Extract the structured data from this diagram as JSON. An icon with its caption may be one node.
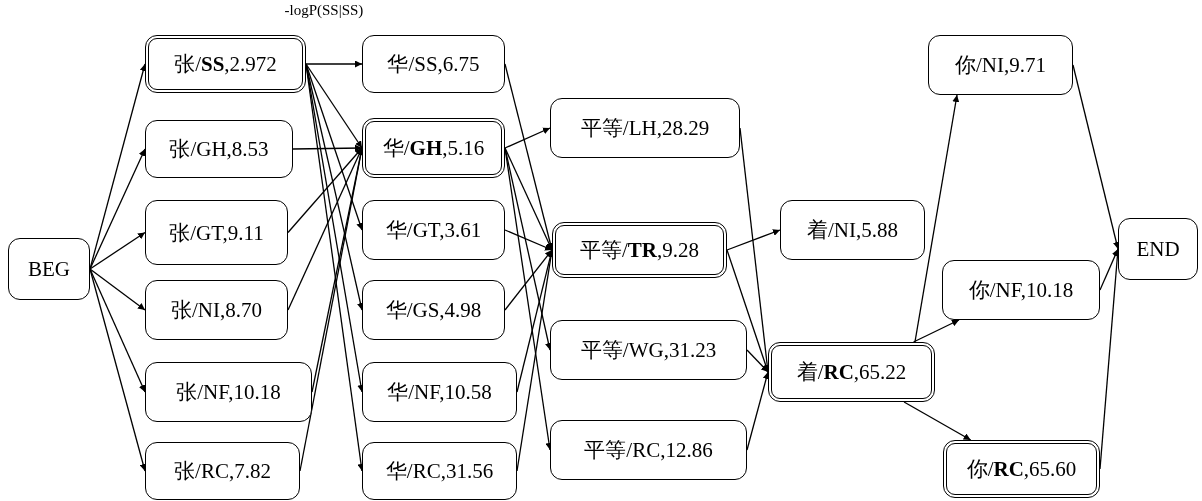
{
  "diagram": {
    "nodes": [
      {
        "text": [
          "BEG"
        ]
      },
      {
        "text": [
          "张/**SS**,2.972"
        ]
      },
      {
        "text": [
          "张/GH,8.53"
        ]
      },
      {
        "text": [
          "张/GT,9.11"
        ]
      },
      {
        "text": [
          "张/NI,8.70"
        ]
      },
      {
        "text": [
          "张/NF,10.18"
        ]
      },
      {
        "text": [
          "张/RC,7.82"
        ]
      },
      {
        "text": [
          "华/SS,6.75"
        ]
      },
      {
        "text": [
          "华/**GH**,5.16"
        ]
      },
      {
        "text": [
          "华/GT,3.61"
        ]
      },
      {
        "text": [
          "华/GS,4.98"
        ]
      },
      {
        "text": [
          "华/NF,10.58"
        ]
      },
      {
        "text": [
          "华/RC,31.56"
        ]
      },
      {
        "text": [
          "平等/LH,28.29"
        ]
      },
      {
        "text": [
          "平等/**TR**,9.28"
        ]
      },
      {
        "text": [
          "平等/WG,31.23"
        ]
      },
      {
        "text": [
          "平等/RC,12.86"
        ]
      },
      {
        "text": [
          "着/NI,5.88"
        ]
      },
      {
        "text": [
          "着/**RC**,65.22"
        ]
      },
      {
        "text": [
          "你/NI,9.71"
        ]
      },
      {
        "text": [
          "你/NF,10.18"
        ]
      },
      {
        "text": [
          "你/**RC**,65.60"
        ]
      },
      {
        "text": [
          "END"
        ]
      }
    ],
    "edges": [
      {
        "from": 0,
        "to": 1,
        "arrow": "to"
      },
      {
        "from": 0,
        "to": 2,
        "arrow": "to"
      },
      {
        "from": 0,
        "to": 3,
        "arrow": "to"
      },
      {
        "from": 0,
        "to": 4,
        "arrow": "to"
      },
      {
        "from": 0,
        "to": 5,
        "arrow": "to"
      },
      {
        "from": 0,
        "to": 6,
        "arrow": "to"
      },
      {
        "from": 1,
        "to": 7,
        "arrow": "to",
        "label": "-logP(SS|SS)"
      },
      {
        "from": 1,
        "to": 8,
        "arrow": "to"
      },
      {
        "from": 1,
        "to": 9,
        "arrow": "to"
      },
      {
        "from": 1,
        "to": 10,
        "arrow": "to"
      },
      {
        "from": 1,
        "to": 11,
        "arrow": "to"
      },
      {
        "from": 1,
        "to": 12,
        "arrow": "to"
      },
      {
        "from": 2,
        "to": 8,
        "arrow": "to"
      },
      {
        "from": 3,
        "to": 8,
        "arrow": "to"
      },
      {
        "from": 4,
        "to": 8,
        "arrow": "to"
      },
      {
        "from": 5,
        "to": 8,
        "arrow": "to"
      },
      {
        "from": 6,
        "to": 8,
        "arrow": "to"
      },
      {
        "from": 8,
        "to": 13,
        "arrow": "to"
      },
      {
        "from": 8,
        "to": 14,
        "arrow": "to"
      },
      {
        "from": 8,
        "to": 15,
        "arrow": "to"
      },
      {
        "from": 8,
        "to": 16,
        "arrow": "to"
      },
      {
        "from": 7,
        "to": 14,
        "arrow": "to"
      },
      {
        "from": 9,
        "to": 14,
        "arrow": "to"
      },
      {
        "from": 10,
        "to": 14,
        "arrow": "to"
      },
      {
        "from": 11,
        "to": 14,
        "arrow": "to"
      },
      {
        "from": 12,
        "to": 14,
        "arrow": "to"
      },
      {
        "from": 13,
        "to": 18,
        "arrow": "to"
      },
      {
        "from": 14,
        "to": 17,
        "arrow": "to"
      },
      {
        "from": 14,
        "to": 18,
        "arrow": "to"
      },
      {
        "from": 15,
        "to": 18,
        "arrow": "to"
      },
      {
        "from": 16,
        "to": 18,
        "arrow": "to"
      },
      {
        "from": 18,
        "to": 19,
        "arrow": "to"
      },
      {
        "from": 18,
        "to": 20,
        "arrow": "to"
      },
      {
        "from": 18,
        "to": 21,
        "arrow": "to"
      },
      {
        "from": 19,
        "to": 22,
        "arrow": "to"
      },
      {
        "from": 20,
        "to": 22,
        "arrow": "to"
      },
      {
        "from": 21,
        "to": 22,
        "arrow": "to"
      }
    ]
  }
}
